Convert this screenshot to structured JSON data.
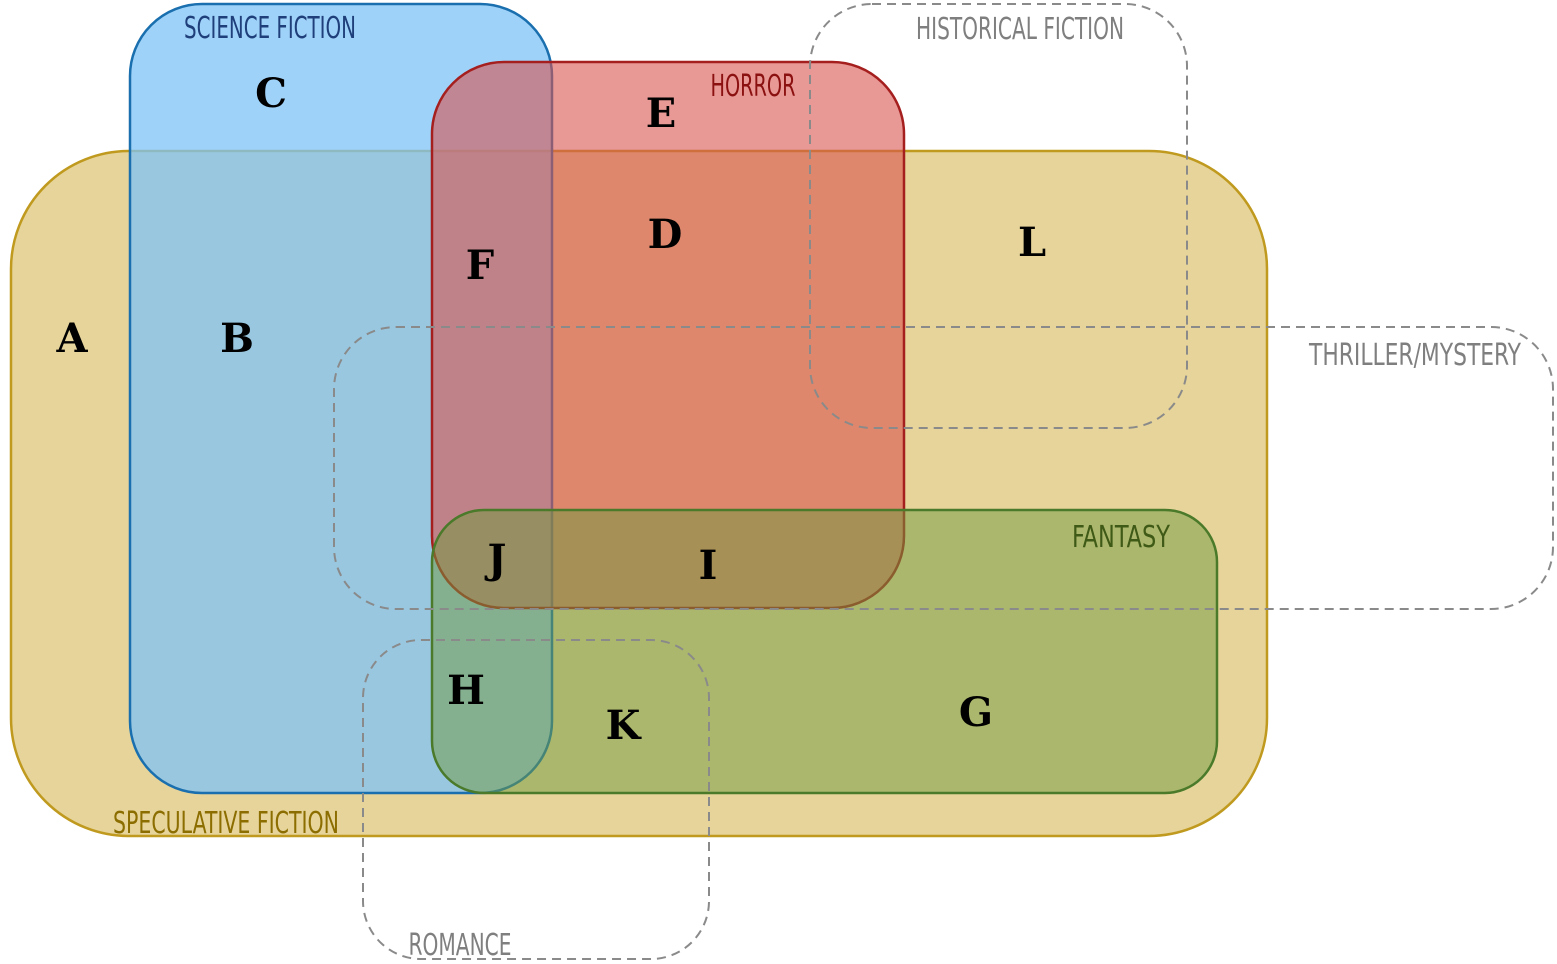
{
  "diagram": {
    "sets": {
      "speculative": {
        "label": "SPECULATIVE FICTION",
        "fill": "#e6d49a",
        "stroke": "#c09a1e",
        "text": "#8c6d00"
      },
      "scifi": {
        "label": "SCIENCE FICTION",
        "fill": "#7fc3f7",
        "stroke": "#1a6fae",
        "text": "#1f3f7a"
      },
      "horror": {
        "label": "HORROR",
        "fill": "#d9534f",
        "stroke": "#a51f1f",
        "text": "#8b1010"
      },
      "fantasy": {
        "label": "FANTASY",
        "fill": "#6f9a3e",
        "stroke": "#4a7a2a",
        "text": "#3f5a16"
      },
      "historical": {
        "label": "HISTORICAL FICTION",
        "stroke": "#8a8a8a",
        "text": "#7f7f7f"
      },
      "thriller": {
        "label": "THRILLER/MYSTERY",
        "stroke": "#8a8a8a",
        "text": "#7f7f7f"
      },
      "romance": {
        "label": "ROMANCE",
        "stroke": "#8a8a8a",
        "text": "#7f7f7f"
      }
    },
    "regions": {
      "a": "A",
      "b": "B",
      "c": "C",
      "d": "D",
      "e": "E",
      "f": "F",
      "g": "G",
      "h": "H",
      "i": "I",
      "j": "J",
      "k": "K",
      "l": "L"
    }
  }
}
